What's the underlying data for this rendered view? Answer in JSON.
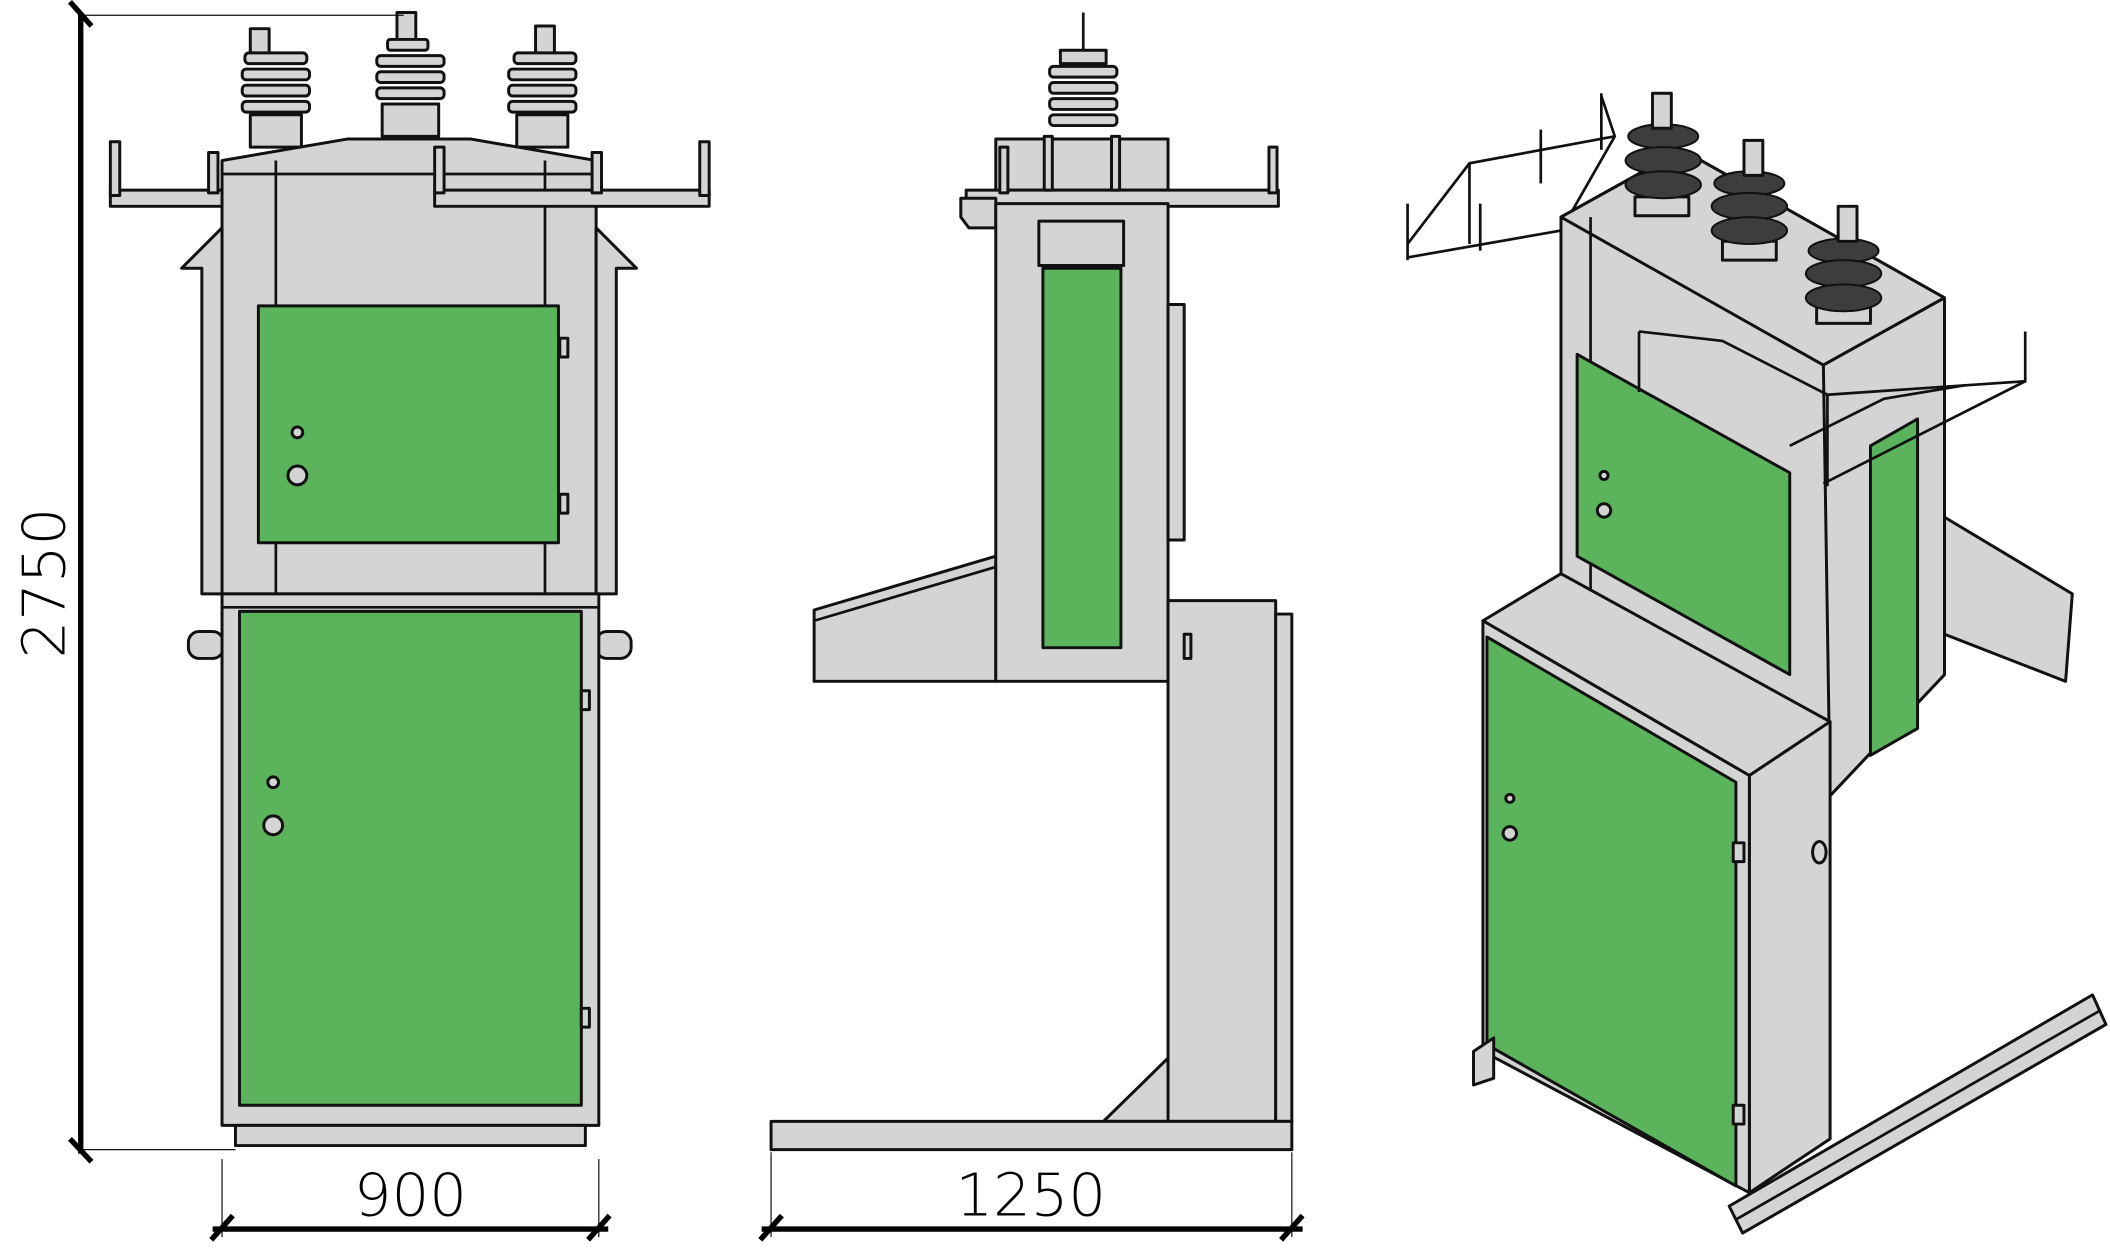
{
  "drawing": {
    "views": [
      "front-view",
      "side-view",
      "isometric-view"
    ],
    "dimensions": {
      "height": "2750",
      "width": "900",
      "depth": "1250"
    },
    "colors": {
      "door": "#5bb35c",
      "body": "#d3d4d3",
      "outline": "#111111"
    }
  }
}
